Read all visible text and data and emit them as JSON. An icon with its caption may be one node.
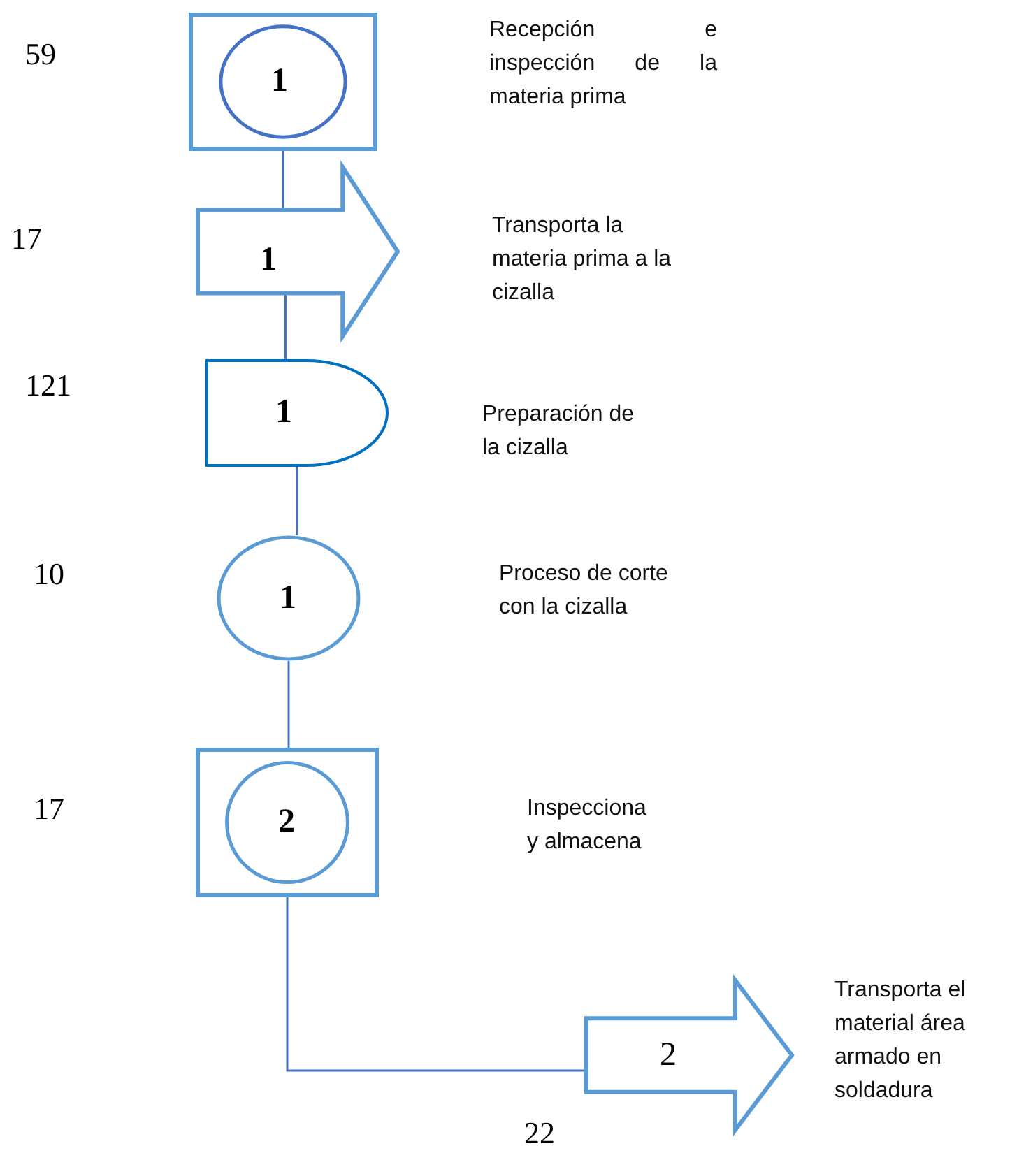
{
  "diagram": {
    "nodes": [
      {
        "text": [
          "1"
        ]
      },
      {
        "text": [
          "1"
        ]
      },
      {
        "text": [
          "1"
        ]
      },
      {
        "text": [
          "1"
        ]
      },
      {
        "text": [
          "2"
        ]
      },
      {
        "text": [
          "2"
        ]
      }
    ],
    "edges": [
      {
        "from": 0,
        "to": 1,
        "arrow": "none"
      },
      {
        "from": 1,
        "to": 2,
        "arrow": "none"
      },
      {
        "from": 2,
        "to": 3,
        "arrow": "none"
      },
      {
        "from": 3,
        "to": 4,
        "arrow": "none"
      },
      {
        "from": 4,
        "to": 5,
        "arrow": "none"
      }
    ],
    "labels": [
      "59",
      "Recepción e inspección de la materia prima",
      "17",
      "Transporta la materia prima a la cizalla",
      "121",
      "Preparación de la cizalla",
      "10",
      "Proceso de corte con la cizalla",
      "17",
      "Inspecciona y almacena",
      "Transporta el material área armado en soldadura",
      "22"
    ]
  }
}
